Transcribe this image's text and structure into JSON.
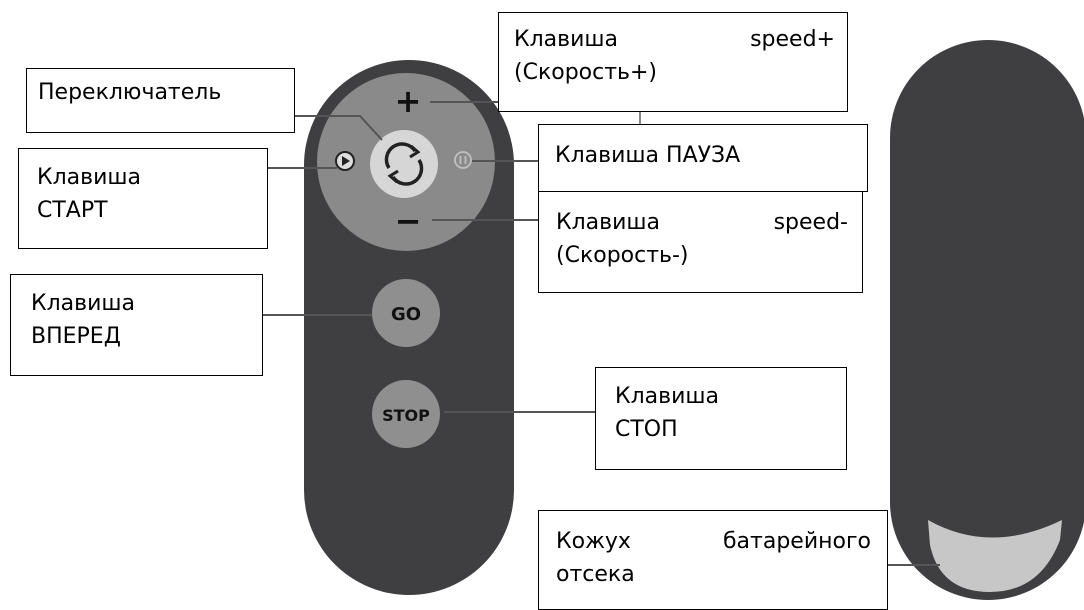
{
  "colors": {
    "remote_body": "#3f3f41",
    "dial_ring": "#8a8a8a",
    "center_button": "#d6d6d6",
    "go_stop_buttons": "#8f8f8f",
    "battery_cover": "#c7c7c7",
    "leader_line": "#555555"
  },
  "buttons": {
    "plus": "+",
    "minus": "−",
    "go": "GO",
    "stop": "STOP"
  },
  "labels": {
    "switch": "Переключатель",
    "speed_plus_l1a": "Клавиша",
    "speed_plus_l1b": "speed+",
    "speed_plus_l2": "(Скорость+)",
    "pause": "Клавиша ПАУЗА",
    "start_l1": "Клавиша",
    "start_l2": "СТАРТ",
    "speed_minus_l1a": "Клавиша",
    "speed_minus_l1b": "speed-",
    "speed_minus_l2": "(Скорость-)",
    "forward_l1": "Клавиша",
    "forward_l2": "ВПЕРЕД",
    "stop_l1": "Клавиша",
    "stop_l2": "СТОП",
    "battery_l1a": "Кожух",
    "battery_l1b": "батарейного",
    "battery_l2": "отсека"
  }
}
